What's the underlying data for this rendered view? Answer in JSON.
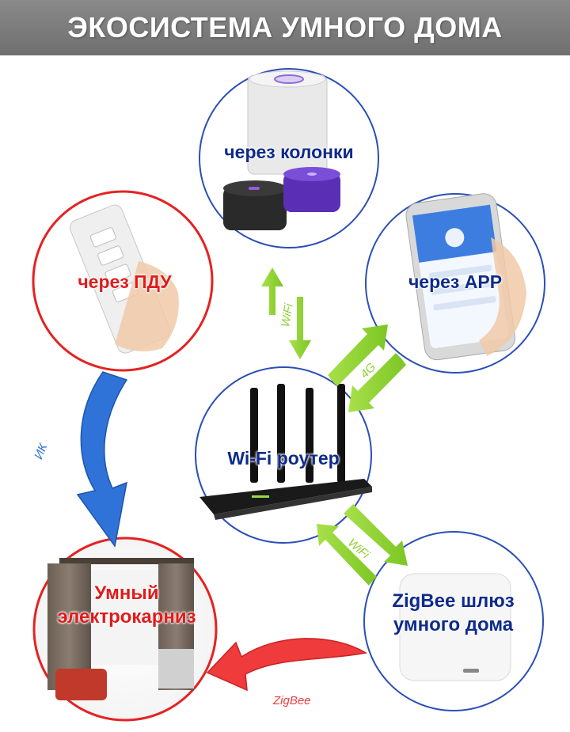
{
  "title": "ЭКОСИСТЕМА УМНОГО ДОМА",
  "nodes": {
    "speakers": "через колонки",
    "remote": "через ПДУ",
    "app": "через APP",
    "router": "Wi-Fi роутер",
    "cornice_line1": "Умный",
    "cornice_line2": "электрокарниз",
    "gateway_line1": "ZigBee шлюз",
    "gateway_line2": "умного дома"
  },
  "connections": {
    "wifi_speakers": "WiFi",
    "app_4g": "4G",
    "wifi_gateway": "WiFi",
    "ir": "ИК",
    "zigbee": "ZigBee"
  },
  "colors": {
    "title_bg": "#7d7d7d",
    "blue_circle": "#2b4fb5",
    "red_circle": "#e52222",
    "green_arrow": "#8fd234",
    "blue_arrow": "#2f73d8",
    "red_arrow": "#ef3b3b"
  }
}
